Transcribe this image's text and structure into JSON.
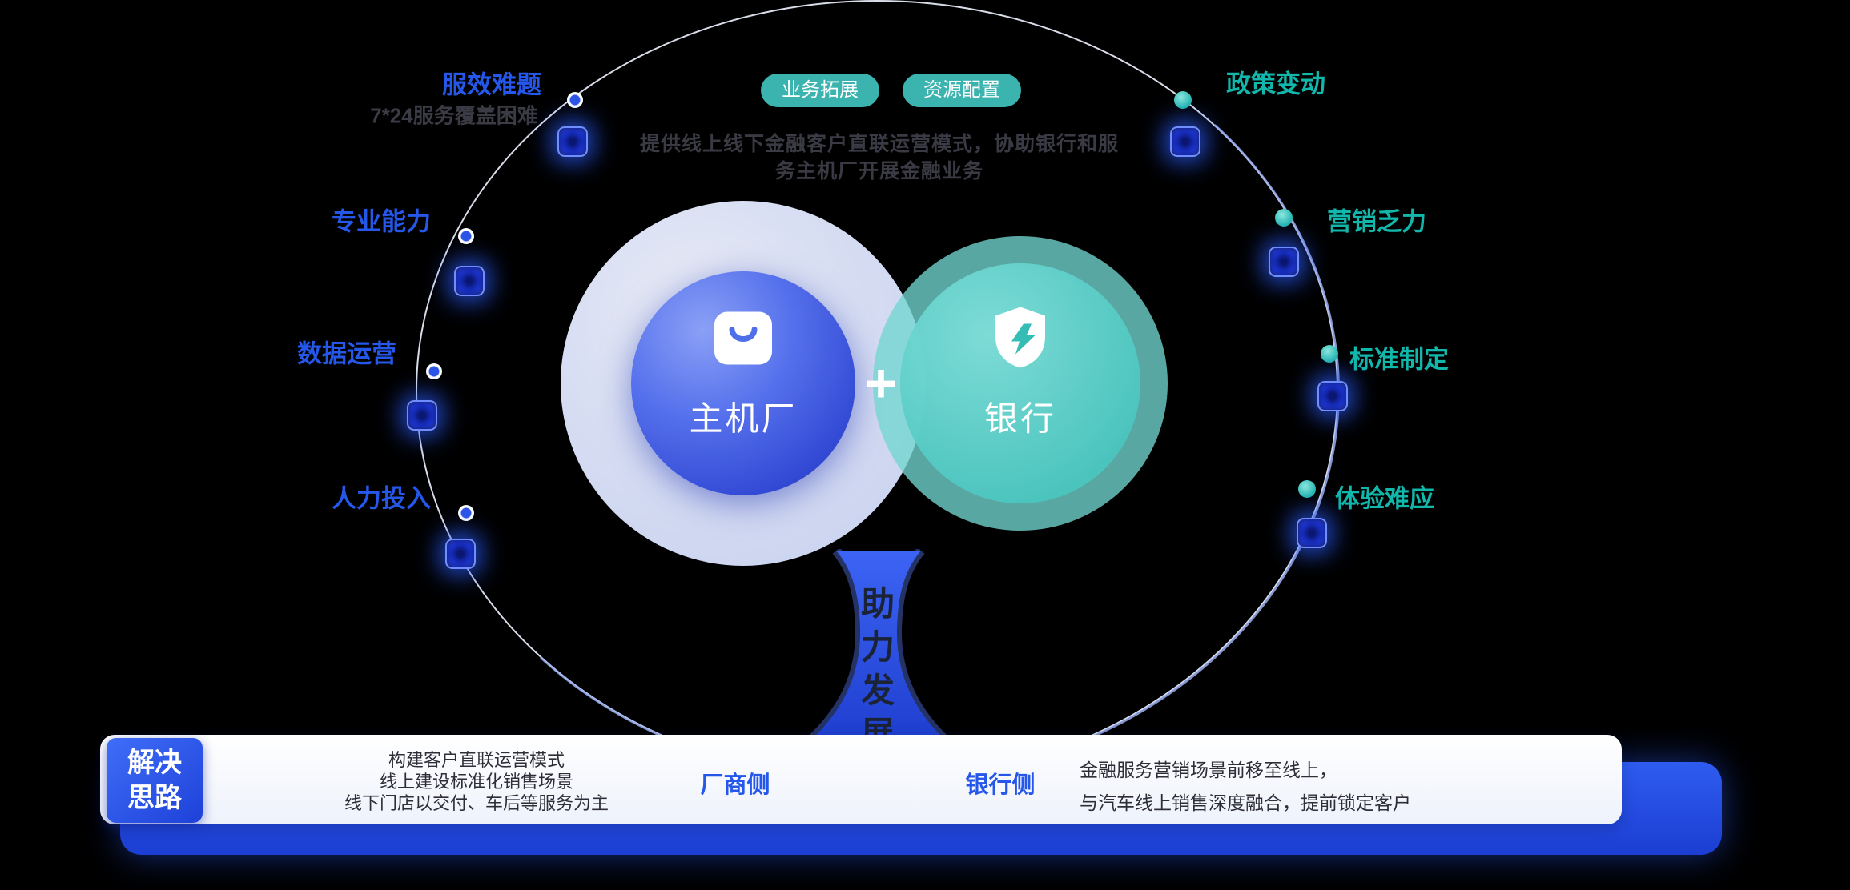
{
  "top_center": {
    "pills": [
      {
        "label": "业务拓展"
      },
      {
        "label": "资源配置"
      }
    ],
    "description_lines": [
      "提供线上线下金融客户直联运营模式，协助银行和服",
      "务主机厂开展金融业务"
    ]
  },
  "left_challenges": [
    {
      "label": "服效难题",
      "sub": "7*24服务覆盖困难"
    },
    {
      "label": "专业能力"
    },
    {
      "label": "数据运营"
    },
    {
      "label": "人力投入"
    }
  ],
  "right_challenges": [
    {
      "label": "政策变动"
    },
    {
      "label": "营销乏力"
    },
    {
      "label": "标准制定"
    },
    {
      "label": "体验难应"
    }
  ],
  "venn": {
    "left_circle_label": "主机厂",
    "right_circle_label": "银行",
    "plus_sign": "+",
    "left_icon": "shopping-bag-icon",
    "right_icon": "shield-lightning-icon"
  },
  "trunk": {
    "vertical_text": "助力发展"
  },
  "solution_bar": {
    "badge_lines": [
      "解决",
      "思路"
    ],
    "factory_side_lines": [
      "构建客户直联运营模式",
      "线上建设标准化销售场景",
      "线下门店以交付、车后等服务为主"
    ],
    "factory_side_label": "厂商侧",
    "bank_side_label": "银行侧",
    "bank_side_lines": [
      "金融服务营销场景前移至线上，",
      "与汽车线上销售深度融合，提前锁定客户"
    ]
  },
  "colors": {
    "background": "#000000",
    "blue_text": "#2558ea",
    "teal_text": "#12b7ac",
    "pill_bg": "#3bb3af",
    "oem_circle_blue": "#3550e0",
    "bank_circle_teal": "#52c8c2",
    "bar_blue": "#2450e8",
    "glow_blue": "#2b5cff"
  }
}
